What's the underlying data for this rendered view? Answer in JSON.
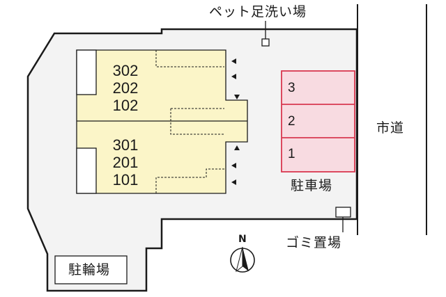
{
  "labels": {
    "pet_footbath": "ペット足洗い場",
    "city_road": "市道",
    "parking": "駐車場",
    "garbage": "ゴミ置場",
    "bicycle_parking": "駐輪場",
    "north": "N"
  },
  "building": {
    "upper_units": [
      "302",
      "202",
      "102"
    ],
    "lower_units": [
      "301",
      "201",
      "101"
    ]
  },
  "parking_slots": [
    "3",
    "2",
    "1"
  ],
  "colors": {
    "building_fill": "#fbf5c8",
    "parking_border": "#d9384f",
    "parking_fill": "#f8dbe1",
    "lot_fill": "#f3f3f3",
    "outline": "#1a1a1a"
  }
}
